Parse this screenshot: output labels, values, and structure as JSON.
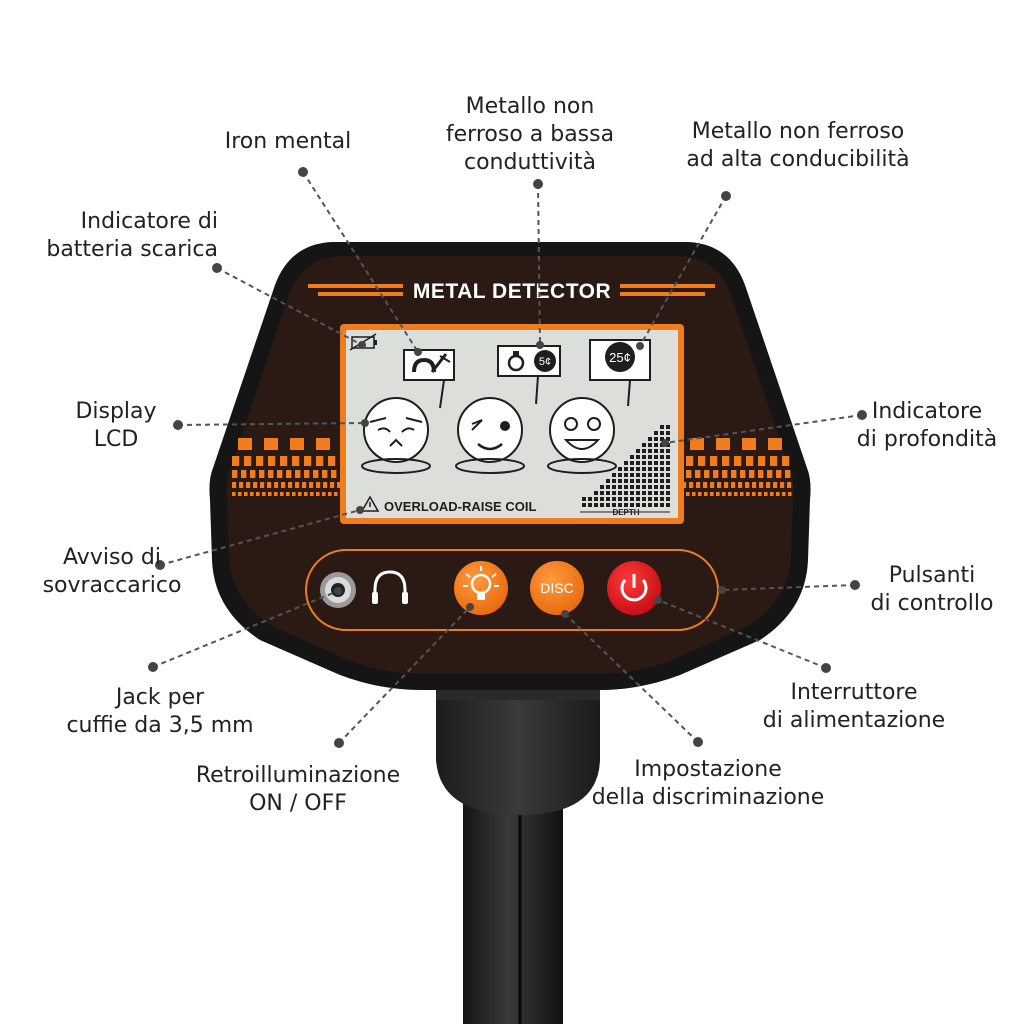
{
  "device": {
    "title": "METAL DETECTOR",
    "lcd": {
      "overload_text": "OVERLOAD-RAISE COIL",
      "depth_label": "DEPTH",
      "coin_small": "5¢",
      "coin_large": "25¢"
    },
    "buttons": {
      "disc_label": "DISC"
    },
    "colors": {
      "accent": "#f07c1e",
      "body": "#2b1a14",
      "lcd": "#d9dcd6",
      "power": "#d8141c"
    }
  },
  "callouts": {
    "iron": [
      "Iron mental"
    ],
    "low_nonferrous": [
      "Metallo non",
      "ferroso a bassa",
      "conduttività"
    ],
    "high_nonferrous": [
      "Metallo non ferroso",
      "ad alta conducibilità"
    ],
    "battery": [
      "Indicatore di",
      "batteria scarica"
    ],
    "display": [
      "Display",
      "LCD"
    ],
    "depth": [
      "Indicatore",
      "di profondità"
    ],
    "overload": [
      "Avviso di",
      "sovraccarico"
    ],
    "buttons": [
      "Pulsanti",
      "di controllo"
    ],
    "jack": [
      "Jack per",
      "cuffie da 3,5 mm"
    ],
    "power": [
      "Interruttore",
      "di alimentazione"
    ],
    "backlight": [
      "Retroilluminazione",
      "ON / OFF"
    ],
    "disc": [
      "Impostazione",
      "della discriminazione"
    ]
  }
}
